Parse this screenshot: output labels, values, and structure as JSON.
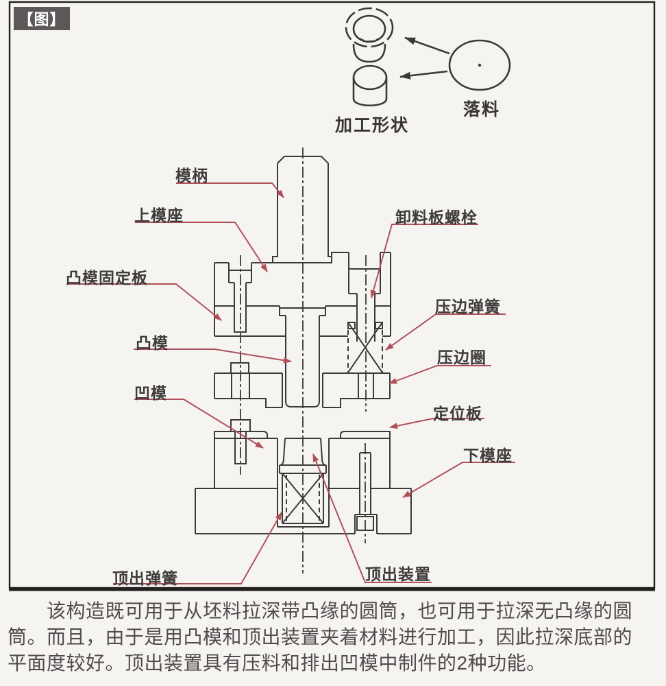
{
  "colors": {
    "accent_red": "#b0505a",
    "drawing_line": "#3b3939",
    "badge_bg": "#5c5858",
    "paper_bg": "#f6f4f1",
    "body_text": "#504c4e"
  },
  "figure": {
    "badge": "【图】",
    "blank_illustration": {
      "processed_shape": "加工形状",
      "blanking": "落料"
    },
    "part_labels": {
      "die_shank": "模柄",
      "upper_die_base": "上模座",
      "punch_fixing_plate": "凸模固定板",
      "punch": "凸模",
      "die": "凹模",
      "stripper_bolt": "卸料板螺栓",
      "blank_holder_spring": "压边弹簧",
      "blank_holder_ring": "压边圈",
      "positioning_plate": "定位板",
      "lower_die_base": "下模座",
      "ejector_spring": "顶出弹簧",
      "ejector_device": "顶出装置"
    }
  },
  "description": {
    "lines": [
      "　　该构造既可用于从坯料拉深带凸缘的圆筒，也可用于拉深无凸缘的圆",
      "筒。而且，由于是用凸模和顶出装置夹着材料进行加工，因此拉深底部的",
      "平面度较好。顶出装置具有压料和排出凹模中制件的2种功能。"
    ]
  }
}
